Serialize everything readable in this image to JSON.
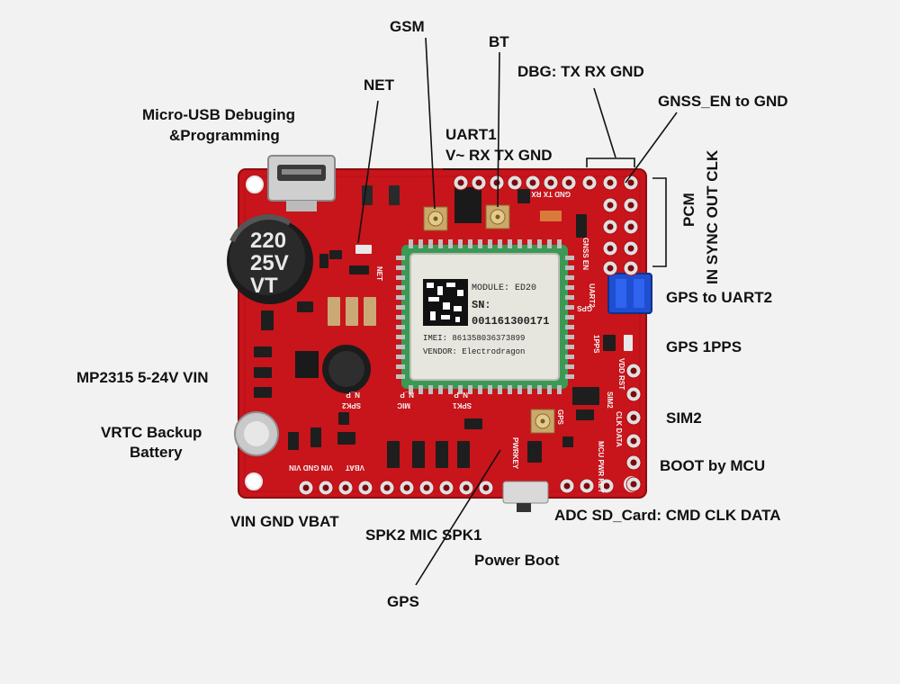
{
  "labels": {
    "gsm": "GSM",
    "bt": "BT",
    "dbg": "DBG: TX RX GND",
    "net": "NET",
    "gnss_en": "GNSS_EN to GND",
    "micro_usb_line1": "Micro-USB Debuging",
    "micro_usb_line2": "&Programming",
    "uart1_line1": "UART1",
    "uart1_line2": "V~ RX TX GND",
    "pcm": "PCM",
    "pcm_pins": "IN SYNC OUT CLK",
    "gps_to_uart2": "GPS to UART2",
    "gps_1pps": "GPS 1PPS",
    "mp2315": "MP2315 5-24V VIN",
    "vrtc_line1": "VRTC Backup",
    "vrtc_line2": "Battery",
    "sim2": "SIM2",
    "boot_by_mcu": "BOOT by MCU",
    "adc_sd": "ADC SD_Card: CMD CLK DATA",
    "vin_gnd_vbat": "VIN GND VBAT",
    "spk_mic": "SPK2 MIC SPK1",
    "power_boot": "Power Boot",
    "gps": "GPS"
  },
  "module": {
    "title": "MODULE: ED20",
    "sn_label": "SN:",
    "sn_value": "001161300171",
    "imei": "IMEI: 861358036373899",
    "vendor": "VENDOR: Electrodragon"
  },
  "capacitor": {
    "line1": "220",
    "line2": "25V",
    "line3": "VT"
  },
  "silkscreen": {
    "gnd_tx_rx": "GND TX RX",
    "net": "NET",
    "gnss_en": "GNSS EN",
    "uart2": "UART2",
    "gps": "GPS",
    "pps": "1PPS",
    "vin_gnd_vin": "VIN GND VIN",
    "vbat": "VBAT",
    "spk2": "SPK2",
    "mic": "MIC",
    "spk1": "SPK1",
    "np1": "N_P",
    "np2": "N_P",
    "np3": "N_P",
    "pwrkey": "PWRKEY",
    "gps_ant": "GPS",
    "sim2": "SIM2",
    "mcu_pwr_key": "MCU PWR KEY",
    "clk_data": "CLK DATA",
    "vdd_rst": "VDD RST"
  },
  "colors": {
    "pcb": "#c8141b",
    "pcb_dark": "#a50d13",
    "background": "#f2f2f2",
    "jumper": "#1f4fd1",
    "module_shield": "#e6e6df"
  }
}
